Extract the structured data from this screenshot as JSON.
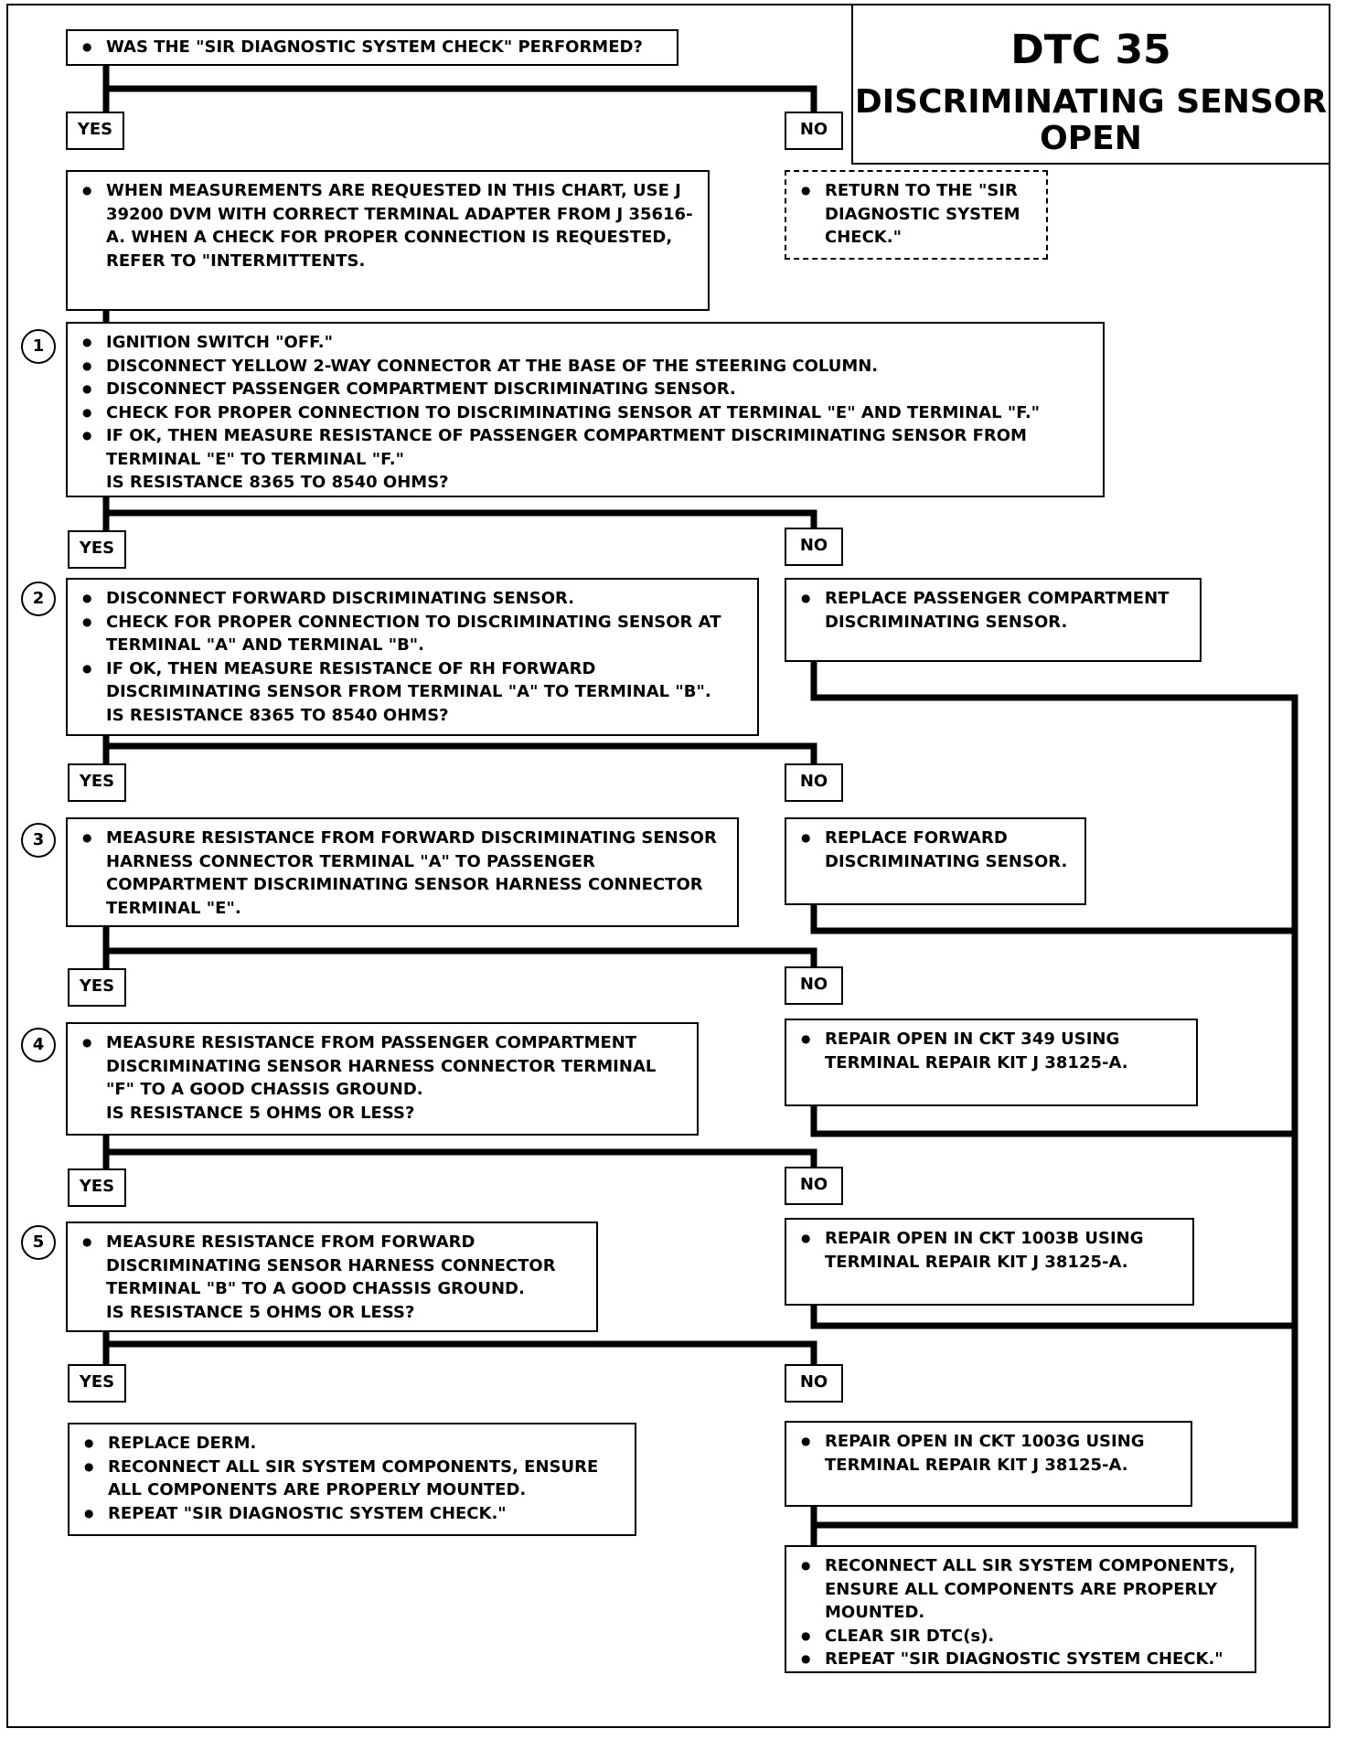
{
  "title": {
    "code": "DTC 35",
    "description": "DISCRIMINATING SENSOR OPEN"
  },
  "labels": {
    "yes": "YES",
    "no": "NO"
  },
  "boxes": {
    "start": [
      "WAS THE \"SIR DIAGNOSTIC SYSTEM CHECK\" PERFORMED?"
    ],
    "intro": [
      "WHEN MEASUREMENTS ARE REQUESTED IN THIS CHART, USE J 39200 DVM WITH CORRECT TERMINAL ADAPTER FROM J 35616-A.  WHEN A CHECK FOR PROPER CONNECTION IS REQUESTED, REFER TO \"INTERMITTENTS."
    ],
    "return_check": [
      "RETURN TO THE \"SIR DIAGNOSTIC SYSTEM CHECK.\""
    ],
    "step1": [
      "IGNITION SWITCH \"OFF.\"",
      "DISCONNECT YELLOW 2-WAY CONNECTOR AT THE BASE OF THE STEERING COLUMN.",
      "DISCONNECT PASSENGER COMPARTMENT DISCRIMINATING SENSOR.",
      "CHECK FOR PROPER CONNECTION TO DISCRIMINATING SENSOR AT TERMINAL \"E\" AND TERMINAL \"F.\"",
      "IF OK, THEN MEASURE RESISTANCE OF PASSENGER COMPARTMENT DISCRIMINATING SENSOR FROM TERMINAL \"E\" TO TERMINAL \"F.\""
    ],
    "step1_question": "IS RESISTANCE 8365 TO 8540 OHMS?",
    "step1_no": [
      "REPLACE PASSENGER COMPARTMENT DISCRIMINATING SENSOR."
    ],
    "step2": [
      "DISCONNECT FORWARD DISCRIMINATING SENSOR.",
      "CHECK FOR PROPER CONNECTION TO DISCRIMINATING SENSOR AT TERMINAL \"A\" AND TERMINAL \"B\".",
      "IF OK, THEN MEASURE RESISTANCE OF RH FORWARD DISCRIMINATING SENSOR FROM TERMINAL \"A\" TO TERMINAL \"B\"."
    ],
    "step2_question": "IS RESISTANCE 8365 TO 8540 OHMS?",
    "step2_no": [
      "REPLACE FORWARD DISCRIMINATING SENSOR."
    ],
    "step3": [
      "MEASURE RESISTANCE FROM FORWARD DISCRIMINATING SENSOR HARNESS CONNECTOR TERMINAL \"A\" TO PASSENGER COMPARTMENT DISCRIMINATING SENSOR HARNESS CONNECTOR TERMINAL \"E\"."
    ],
    "step3_no": [
      "REPAIR OPEN IN CKT 349 USING TERMINAL REPAIR KIT J 38125-A."
    ],
    "step4": [
      "MEASURE RESISTANCE FROM PASSENGER COMPARTMENT DISCRIMINATING SENSOR HARNESS CONNECTOR TERMINAL \"F\" TO A GOOD CHASSIS GROUND."
    ],
    "step4_question": "IS RESISTANCE 5 OHMS OR LESS?",
    "step4_no": [
      "REPAIR OPEN IN CKT 1003B USING TERMINAL REPAIR KIT J 38125-A."
    ],
    "step5": [
      "MEASURE RESISTANCE FROM FORWARD DISCRIMINATING SENSOR HARNESS CONNECTOR TERMINAL \"B\" TO A GOOD CHASSIS GROUND."
    ],
    "step5_question": "IS RESISTANCE 5 OHMS OR LESS?",
    "step5_no": [
      "REPAIR OPEN IN CKT 1003G USING TERMINAL REPAIR KIT J 38125-A."
    ],
    "step5_yes": [
      "REPLACE DERM.",
      "RECONNECT ALL SIR SYSTEM COMPONENTS, ENSURE ALL COMPONENTS ARE PROPERLY MOUNTED.",
      "REPEAT \"SIR DIAGNOSTIC SYSTEM CHECK.\""
    ],
    "final": [
      "RECONNECT ALL SIR SYSTEM COMPONENTS, ENSURE ALL COMPONENTS ARE PROPERLY MOUNTED.",
      "CLEAR SIR DTC(s).",
      "REPEAT \"SIR DIAGNOSTIC SYSTEM CHECK.\""
    ]
  },
  "steps": [
    "1",
    "2",
    "3",
    "4",
    "5"
  ]
}
